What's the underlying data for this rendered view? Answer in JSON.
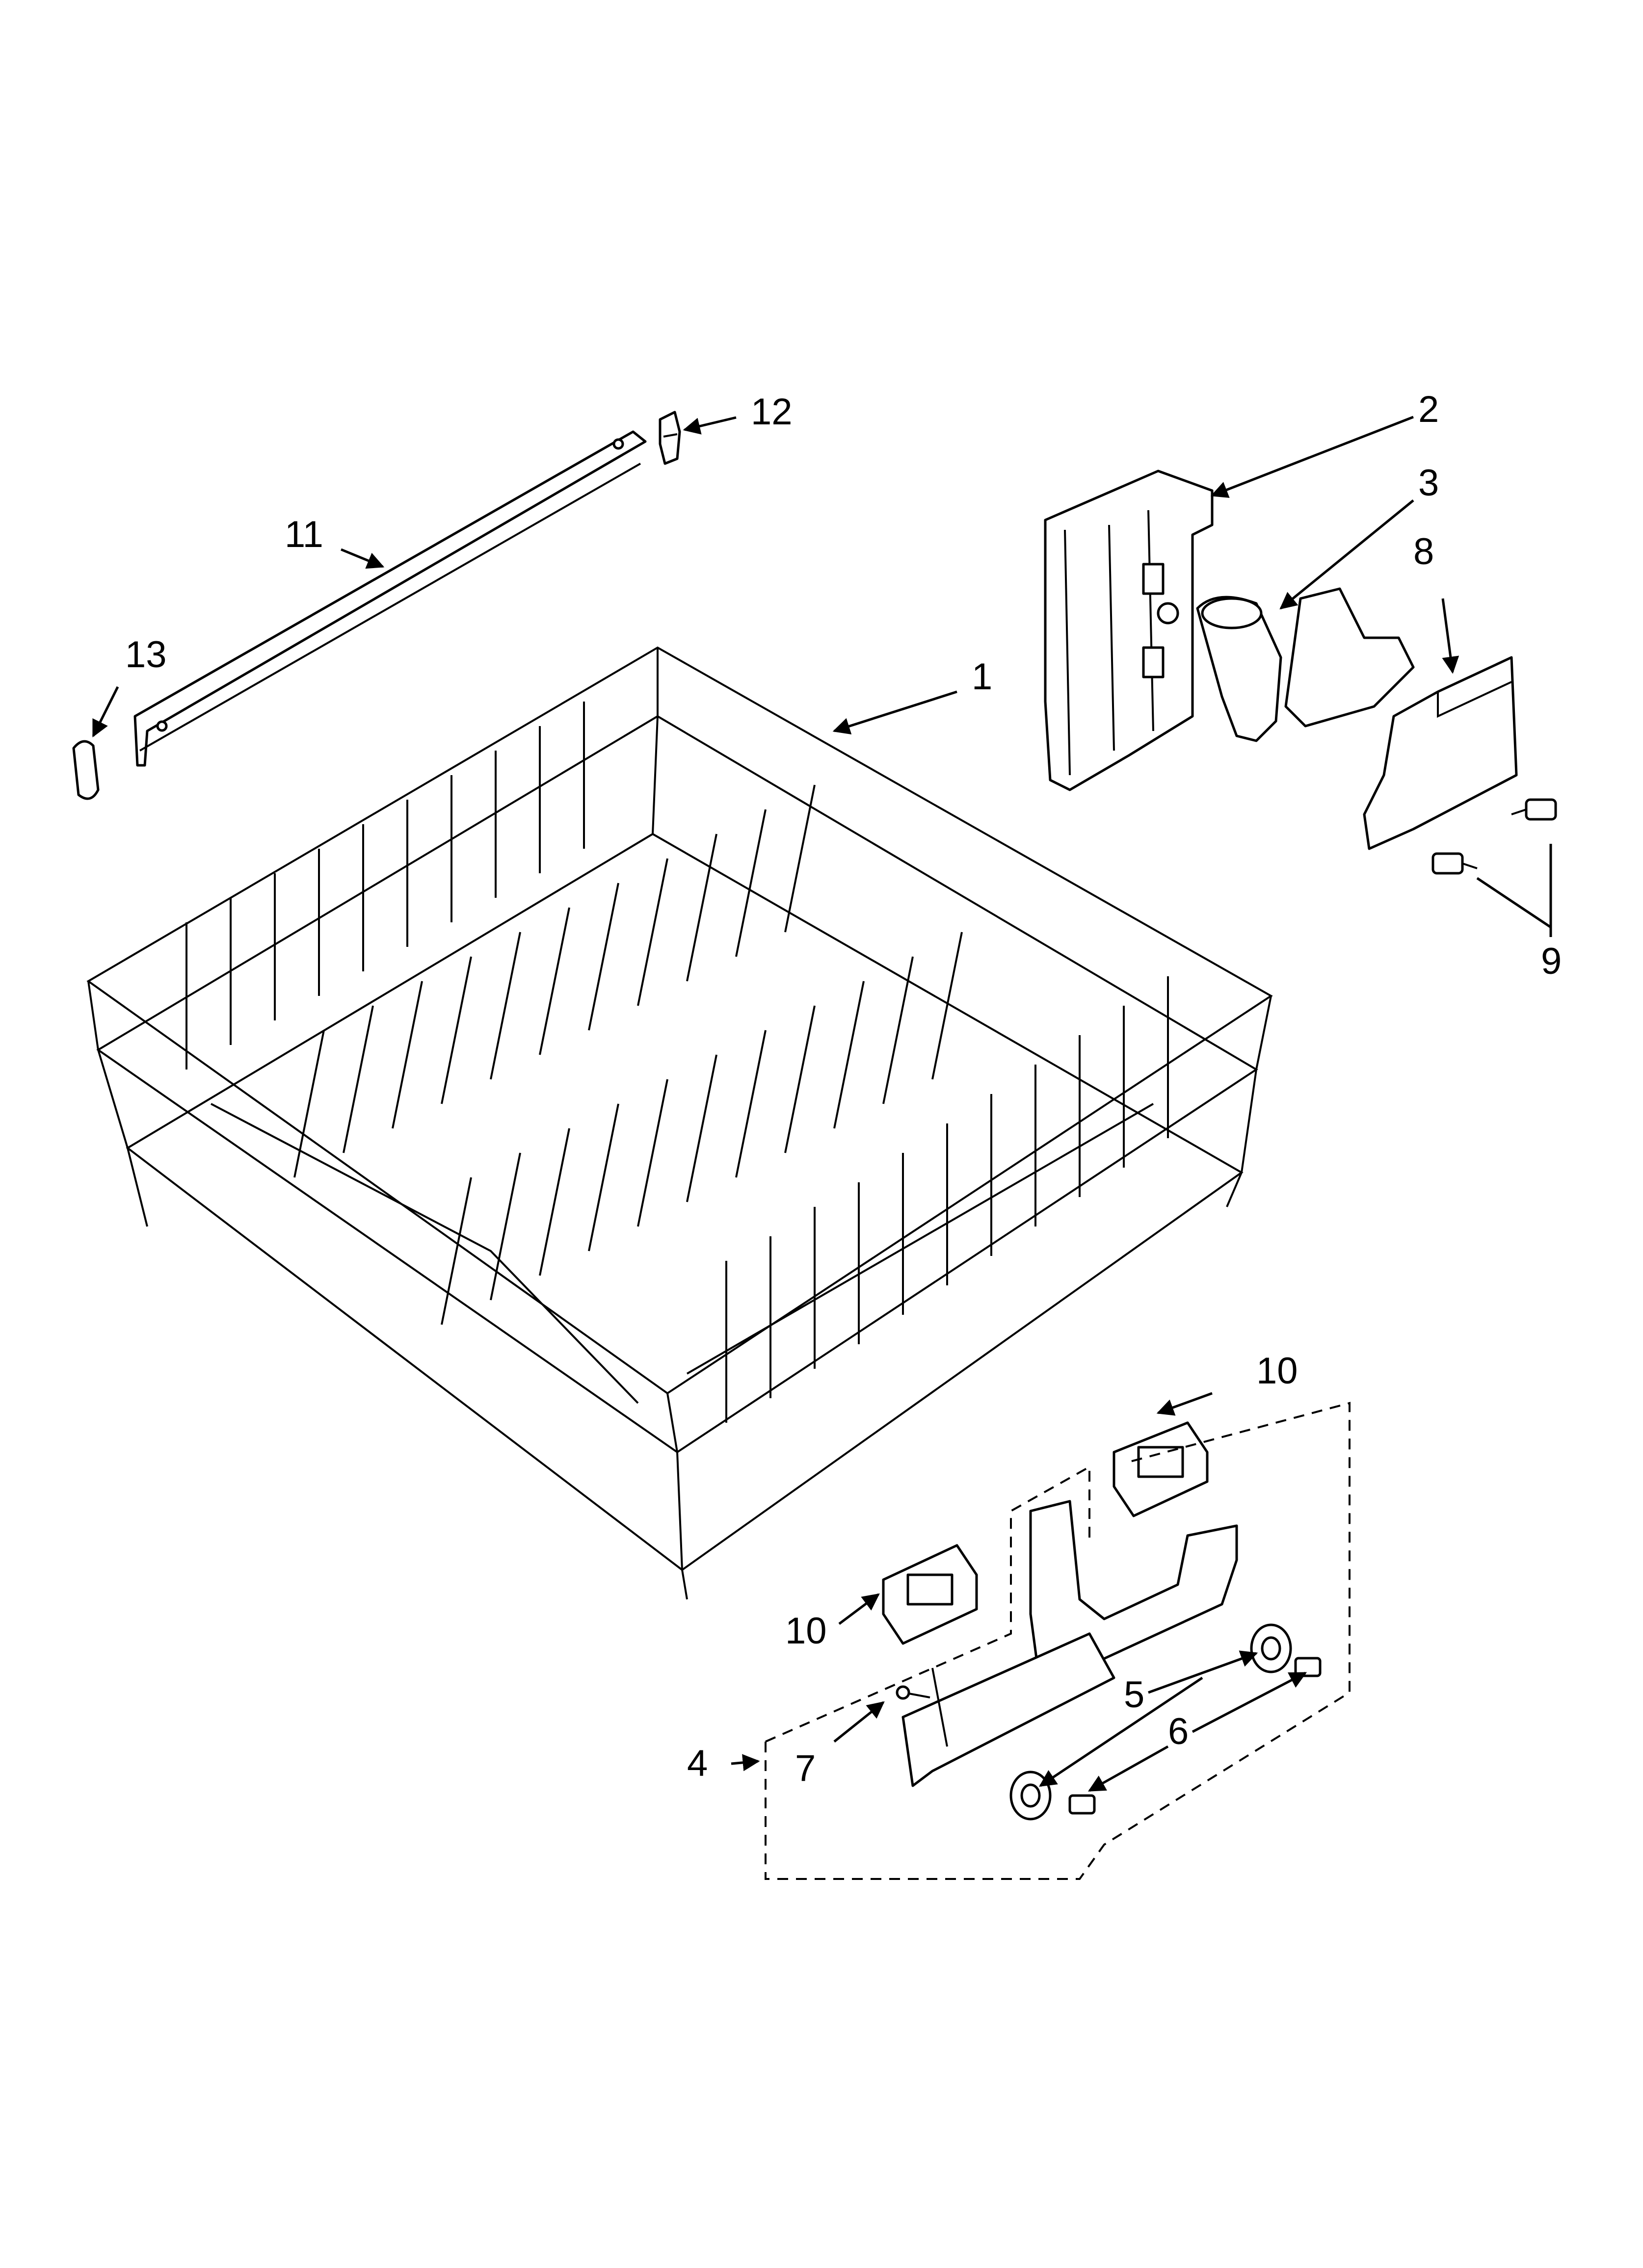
{
  "callouts": {
    "c1": "1",
    "c2": "2",
    "c3": "3",
    "c4": "4",
    "c5": "5",
    "c6": "6",
    "c7": "7",
    "c8": "8",
    "c9": "9",
    "c10a": "10",
    "c10b": "10",
    "c11": "11",
    "c12": "12",
    "c13": "13"
  },
  "colors": {
    "line": "#000000",
    "background": "#ffffff"
  }
}
